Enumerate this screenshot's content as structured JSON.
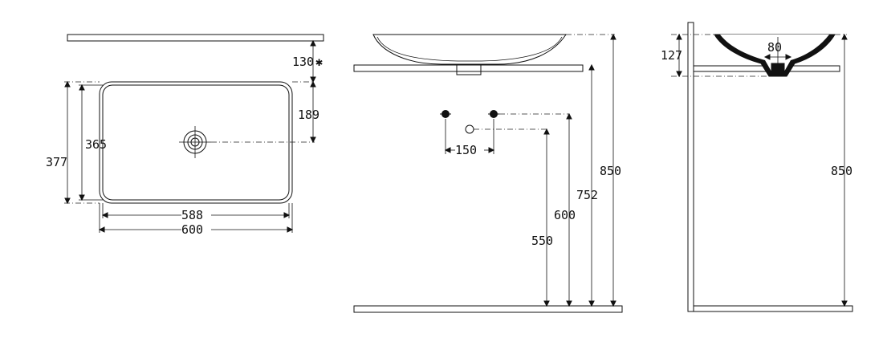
{
  "top_view": {
    "dim_top_gap": "130",
    "dim_top_gap_mark": "✱",
    "dim_drain_offset": "189",
    "dim_inner_height": "365",
    "dim_outer_height": "377",
    "dim_inner_width": "588",
    "dim_outer_width": "600"
  },
  "front_view": {
    "dim_tap_spacing": "150",
    "dim_outlet_height": "550",
    "dim_supply_height": "600",
    "dim_counter_height": "752",
    "dim_total_height": "850"
  },
  "side_view": {
    "dim_bowl_height": "127",
    "dim_drain_diameter": "80",
    "dim_total_height": "850"
  },
  "colors": {
    "line": "#111111",
    "hatch": "#555555",
    "background": "#ffffff"
  }
}
